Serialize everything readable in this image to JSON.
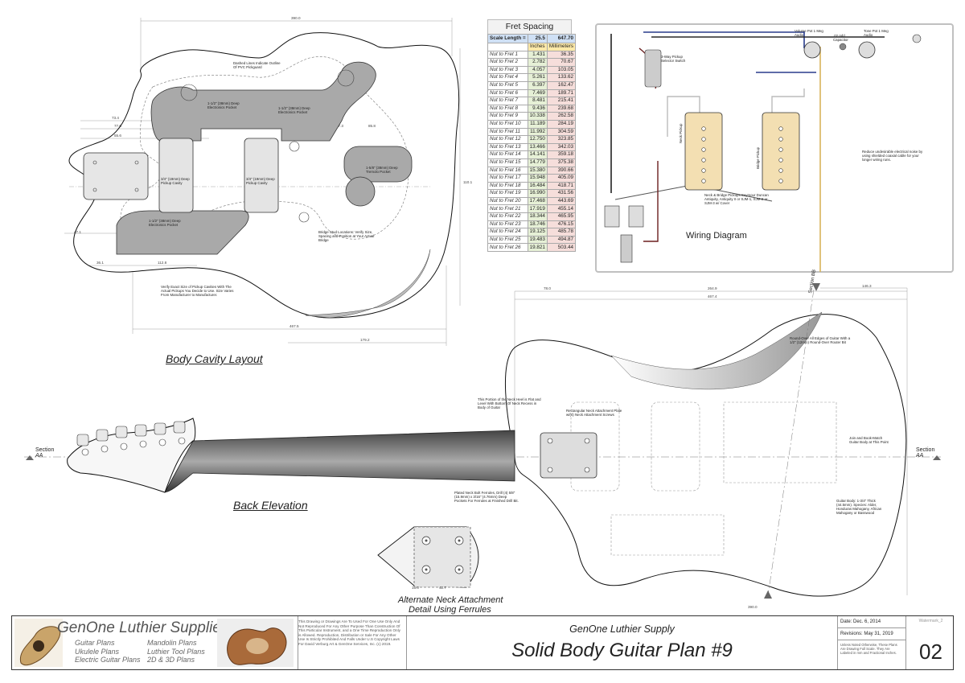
{
  "views": {
    "body_cavity": "Body Cavity Layout",
    "back_elevation": "Back Elevation",
    "alt_neck_1": "Alternate Neck Attachment",
    "alt_neck_2": "Detail Using Ferrules",
    "wiring": "Wiring Diagram"
  },
  "section": {
    "aa_left": "Section",
    "aa_left_sub": "AA",
    "aa_right": "Section",
    "aa_right_sub": "AA",
    "bb": "Section BB"
  },
  "fret_table": {
    "title": "Fret Spacing",
    "scale_label": "Scale Length =",
    "scale_in": "25.5",
    "scale_mm": "647.70",
    "col_in": "Inches",
    "col_mm": "Millimeters",
    "rows": [
      [
        "Nut to Fret 1",
        "1.431",
        "36.35"
      ],
      [
        "Nut to Fret 2",
        "2.782",
        "70.67"
      ],
      [
        "Nut to Fret 3",
        "4.057",
        "103.05"
      ],
      [
        "Nut to Fret 4",
        "5.261",
        "133.62"
      ],
      [
        "Nut to Fret 5",
        "6.397",
        "162.47"
      ],
      [
        "Nut to Fret 6",
        "7.469",
        "189.71"
      ],
      [
        "Nut to Fret 7",
        "8.481",
        "215.41"
      ],
      [
        "Nut to Fret 8",
        "9.436",
        "239.68"
      ],
      [
        "Nut to Fret 9",
        "10.338",
        "262.58"
      ],
      [
        "Nut to Fret 10",
        "11.189",
        "284.19"
      ],
      [
        "Nut to Fret 11",
        "11.992",
        "304.59"
      ],
      [
        "Nut to Fret 12",
        "12.750",
        "323.85"
      ],
      [
        "Nut to Fret 13",
        "13.466",
        "342.03"
      ],
      [
        "Nut to Fret 14",
        "14.141",
        "359.18"
      ],
      [
        "Nut to Fret 15",
        "14.779",
        "375.38"
      ],
      [
        "Nut to Fret 16",
        "15.380",
        "390.66"
      ],
      [
        "Nut to Fret 17",
        "15.948",
        "405.09"
      ],
      [
        "Nut to Fret 18",
        "16.484",
        "418.71"
      ],
      [
        "Nut to Fret 19",
        "16.990",
        "431.56"
      ],
      [
        "Nut to Fret 20",
        "17.468",
        "443.69"
      ],
      [
        "Nut to Fret 21",
        "17.919",
        "455.14"
      ],
      [
        "Nut to Fret 22",
        "18.344",
        "465.95"
      ],
      [
        "Nut to Fret 23",
        "18.746",
        "476.15"
      ],
      [
        "Nut to Fret 24",
        "19.125",
        "485.78"
      ],
      [
        "Nut to Fret 25",
        "19.483",
        "494.87"
      ],
      [
        "Nut to Fret 26",
        "19.821",
        "503.44"
      ]
    ]
  },
  "cavity_notes": {
    "elec1": "1-1/2\" (38mm) Deep Electronics Pocket",
    "elec2": "1-1/2\" (38mm) Deep Electronics Pocket",
    "pickup1": "3/4\" (19mm) Deep Pickup Cavity",
    "pickup2": "3/4\" (19mm) Deep Pickup Cavity",
    "elec3": "1-1/2\" (38mm) Deep Electronics Pocket",
    "tremolo": "1-5/8\" (38mm) Deep Tremolo Pocket",
    "pickguard": "Dashed Lines Indicate Outline Of PVC Pickguard",
    "bridge": "Bridge Stud Locations: Verify Size, Spacing and Position at Your Actual Bridge",
    "verify": "Verify Exact Size of Pickup Cavities With The Actual Pickups You Decide to Use. Size Varies From Manufacturer to Manufacturer."
  },
  "wiring_notes": {
    "vol_pot": "Volume Pot 1 Meg Audio",
    "tone_pot": "Tone Pot 1 Meg Audio",
    "selector": "3-Way Pickup Selector Switch",
    "cap": ".02 mfd Capacitor",
    "neck": "Neck Pickup",
    "bridge": "Bridge Pickup",
    "pickups": "Neck & Bridge Pickups Seymour Duncan Antiquity, Antiquity II or SJM-1, SJM-2 or SJM-3 w/ Cover",
    "shield": "Reduce undesirable electrical noise by using shielded coaxial cable for your longer wiring runs."
  },
  "back_notes": {
    "heel": "This Portion of the Neck Heel is Flat and Level With Bottom Of Neck Recess in Body of Guitar",
    "plate": "Rectangular Neck Attachment Plate w/(4) Neck Attachment Screws",
    "roundover": "Round-Over All Edges of Guitar With a 1/2\" (12mm) Round-Over Router Bit",
    "body": "Guitar Body: 1-3/4\" Thick (44.5mm). Species: Alder, Honduras Mahogany, African Mahogany or Basswood",
    "join": "Join and Book-Match Guitar Body at This Point",
    "ferrules": "Plated Neck Bolt Ferrules, Drill (4) 5/8\" (15.9mm) x 3/16\" (4.76mm) Deep Pockets For Ferrules at Finished Drill Bit."
  },
  "title_block": {
    "brand": "GenOne Luthier Supplies",
    "links_left": [
      "Guitar Plans",
      "Ukulele Plans",
      "Electric Guitar Plans"
    ],
    "links_right": [
      "Mandolin Plans",
      "Luthier Tool Plans",
      "2D & 3D Plans"
    ],
    "notes": "This Drawing or Drawings Are To Used For One Use Only And Not Reproduced For Any Other Purpose Than Construction Of This Particular Instrument, and a One Time Reproduction Only is Allowed. Reproduction, Distribution or Sale For Any Other Use Is Strictly Prohibited And Falls Under U.S Copyright Laws For David Verburg Art & GenOne Services, Inc. (c) 2019.",
    "company": "GenOne Luthier Supply",
    "plan": "Solid Body Guitar Plan #9",
    "date": "Date: Dec. 6, 2014",
    "revision": "Revisions: May 31, 2019",
    "units": "Unless Noted Otherwise, These Plans Are Drawing Full Scale. They Are Labeled in mm and Fractional Inches.",
    "sheet": "02",
    "watermark": "Watermark_2"
  }
}
